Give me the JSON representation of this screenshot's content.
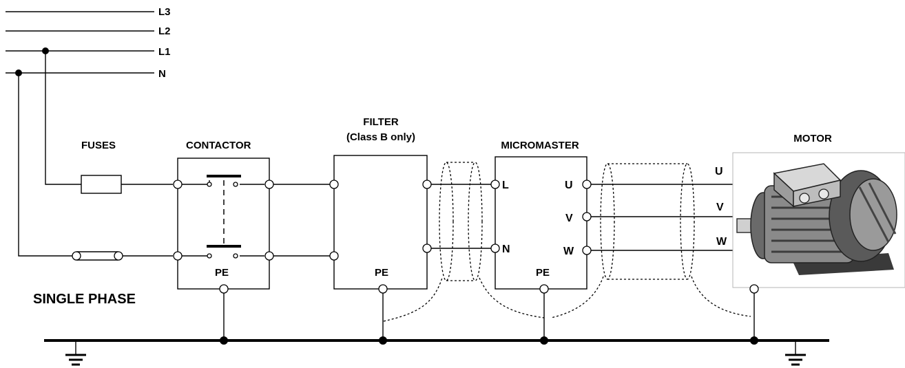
{
  "supply": {
    "l3": "L3",
    "l2": "L2",
    "l1": "L1",
    "n": "N"
  },
  "labels": {
    "fuses": "FUSES",
    "contactor": "CONTACTOR",
    "filter_line1": "FILTER",
    "filter_line2": "(Class B only)",
    "micromaster": "MICROMASTER",
    "motor": "MOTOR",
    "single_phase": "SINGLE PHASE"
  },
  "terminals": {
    "contactor_pe": "PE",
    "filter_pe": "PE",
    "micromaster_pe": "PE",
    "input_l": "L",
    "input_n": "N",
    "output_u": "U",
    "output_v": "V",
    "output_w": "W",
    "motor_u": "U",
    "motor_v": "V",
    "motor_w": "W"
  }
}
